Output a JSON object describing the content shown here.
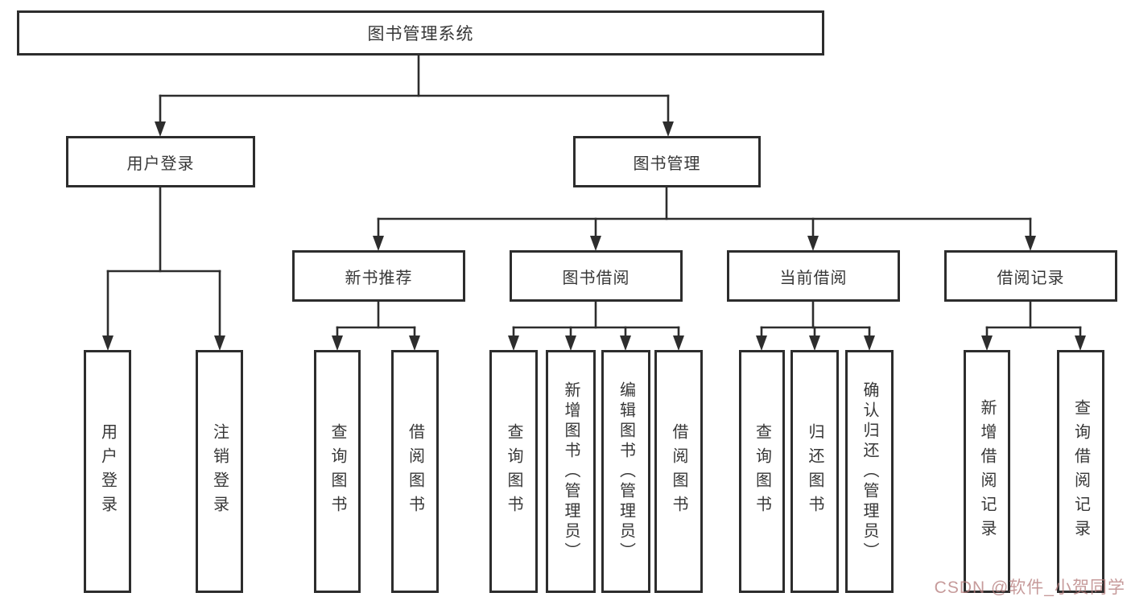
{
  "tree": {
    "root": "图书管理系统",
    "branches": [
      {
        "label": "用户登录",
        "children": [
          {
            "label": "用户登录"
          },
          {
            "label": "注销登录"
          }
        ]
      },
      {
        "label": "图书管理",
        "groups": [
          {
            "label": "新书推荐",
            "children": [
              {
                "label": "查询图书"
              },
              {
                "label": "借阅图书"
              }
            ]
          },
          {
            "label": "图书借阅",
            "children": [
              {
                "label": "查询图书"
              },
              {
                "label": "新增图书（管理员）"
              },
              {
                "label": "编辑图书（管理员）"
              },
              {
                "label": "借阅图书"
              }
            ]
          },
          {
            "label": "当前借阅",
            "children": [
              {
                "label": "查询图书"
              },
              {
                "label": "归还图书"
              },
              {
                "label": "确认归还（管理员）"
              }
            ]
          },
          {
            "label": "借阅记录",
            "children": [
              {
                "label": "新增借阅记录"
              },
              {
                "label": "查询借阅记录"
              }
            ]
          }
        ]
      }
    ]
  },
  "watermark": {
    "text": "CSDN @软件_小贺同学"
  },
  "colors": {
    "line": "#2d2d2d",
    "text": "#373737",
    "background": "#ffffff",
    "watermark": "#b67e7e"
  }
}
